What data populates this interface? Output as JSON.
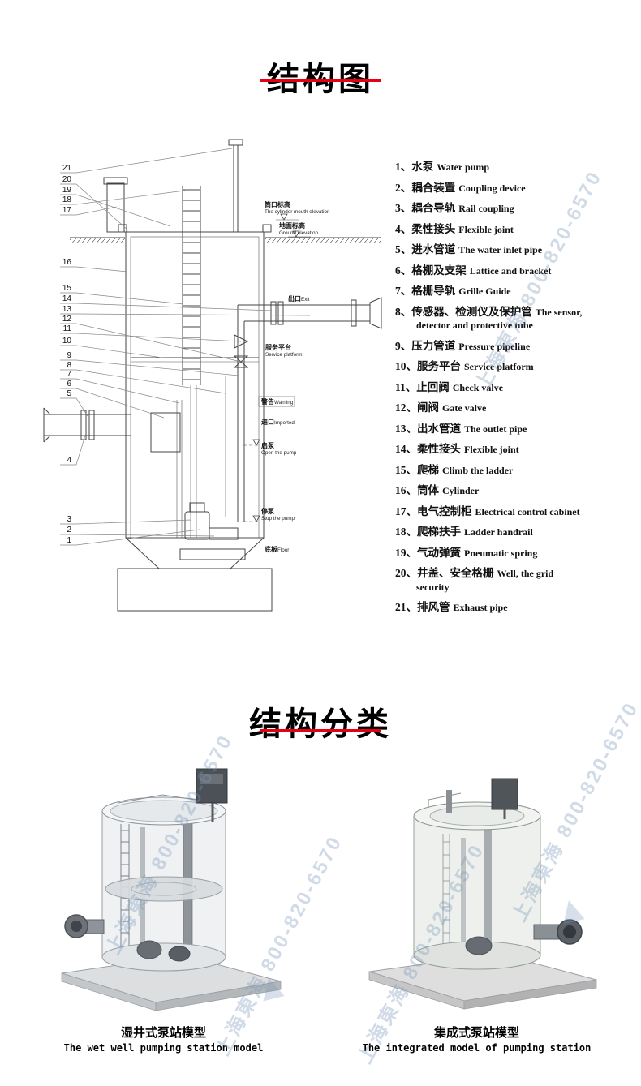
{
  "colors": {
    "accent": "#e60014"
  },
  "sections": {
    "structure": {
      "title": "结构图"
    },
    "classification": {
      "title": "结构分类"
    }
  },
  "legend": {
    "items": [
      {
        "num": "1、",
        "zh": "水泵",
        "en": "Water pump"
      },
      {
        "num": "2、",
        "zh": "耦合装置",
        "en": "Coupling device"
      },
      {
        "num": "3、",
        "zh": "耦合导轨",
        "en": "Rail coupling"
      },
      {
        "num": "4、",
        "zh": "柔性接头",
        "en": "Flexible joint"
      },
      {
        "num": "5、",
        "zh": "进水管道",
        "en": "The water inlet pipe"
      },
      {
        "num": "6、",
        "zh": "格棚及支架",
        "en": "Lattice and bracket"
      },
      {
        "num": "7、",
        "zh": "格栅导轨",
        "en": "Grille Guide"
      },
      {
        "num": "8、",
        "zh": "传感器、检测仪及保护管",
        "en": "The sensor, detector and protective tube"
      },
      {
        "num": "9、",
        "zh": "压力管道",
        "en": "Pressure pipeline"
      },
      {
        "num": "10、",
        "zh": "服务平台",
        "en": "Service platform"
      },
      {
        "num": "11、",
        "zh": "止回阀",
        "en": "Check valve"
      },
      {
        "num": "12、",
        "zh": "闸阀",
        "en": "Gate valve"
      },
      {
        "num": "13、",
        "zh": "出水管道",
        "en": "The outlet pipe"
      },
      {
        "num": "14、",
        "zh": "柔性接头",
        "en": "Flexible joint"
      },
      {
        "num": "15、",
        "zh": "爬梯",
        "en": "Climb the ladder"
      },
      {
        "num": "16、",
        "zh": "筒体",
        "en": "Cylinder"
      },
      {
        "num": "17、",
        "zh": "电气控制柜",
        "en": "Electrical control cabinet"
      },
      {
        "num": "18、",
        "zh": "爬梯扶手",
        "en": "Ladder handrail"
      },
      {
        "num": "19、",
        "zh": "气动弹簧",
        "en": "Pneumatic spring"
      },
      {
        "num": "20、",
        "zh": "井盖、安全格栅",
        "en": "Well, the grid security"
      },
      {
        "num": "21、",
        "zh": "排风管",
        "en": "Exhaust pipe"
      }
    ]
  },
  "diagram": {
    "callouts": [
      "21",
      "20",
      "19",
      "18",
      "17",
      "16",
      "15",
      "14",
      "13",
      "12",
      "11",
      "10",
      "9",
      "8",
      "7",
      "6",
      "5",
      "4",
      "3",
      "2",
      "1"
    ],
    "annotations": {
      "mouth": {
        "zh": "筒口标高",
        "en": "The cylinder mouth elevation"
      },
      "ground": {
        "zh": "地面标高",
        "en": "Ground elevation"
      },
      "exit": {
        "zh": "出口",
        "en": "Exit"
      },
      "platform": {
        "zh": "服务平台",
        "en": "Service platform"
      },
      "warning": {
        "zh": "警告",
        "en": "Warning"
      },
      "inlet": {
        "zh": "进口",
        "en": "Imported"
      },
      "pump_start": {
        "zh": "启泵",
        "en": "Open the pump"
      },
      "pump_stop": {
        "zh": "停泵",
        "en": "Stop the pump"
      },
      "floor": {
        "zh": "底板",
        "en": "Floor"
      }
    }
  },
  "models": [
    {
      "zh": "湿井式泵站模型",
      "en": "The wet well pumping station model"
    },
    {
      "zh": "集成式泵站模型",
      "en": "The integrated model of pumping station"
    }
  ],
  "watermark": {
    "text": "上海東海 800-820-6570",
    "logo_glyph": "▲"
  }
}
